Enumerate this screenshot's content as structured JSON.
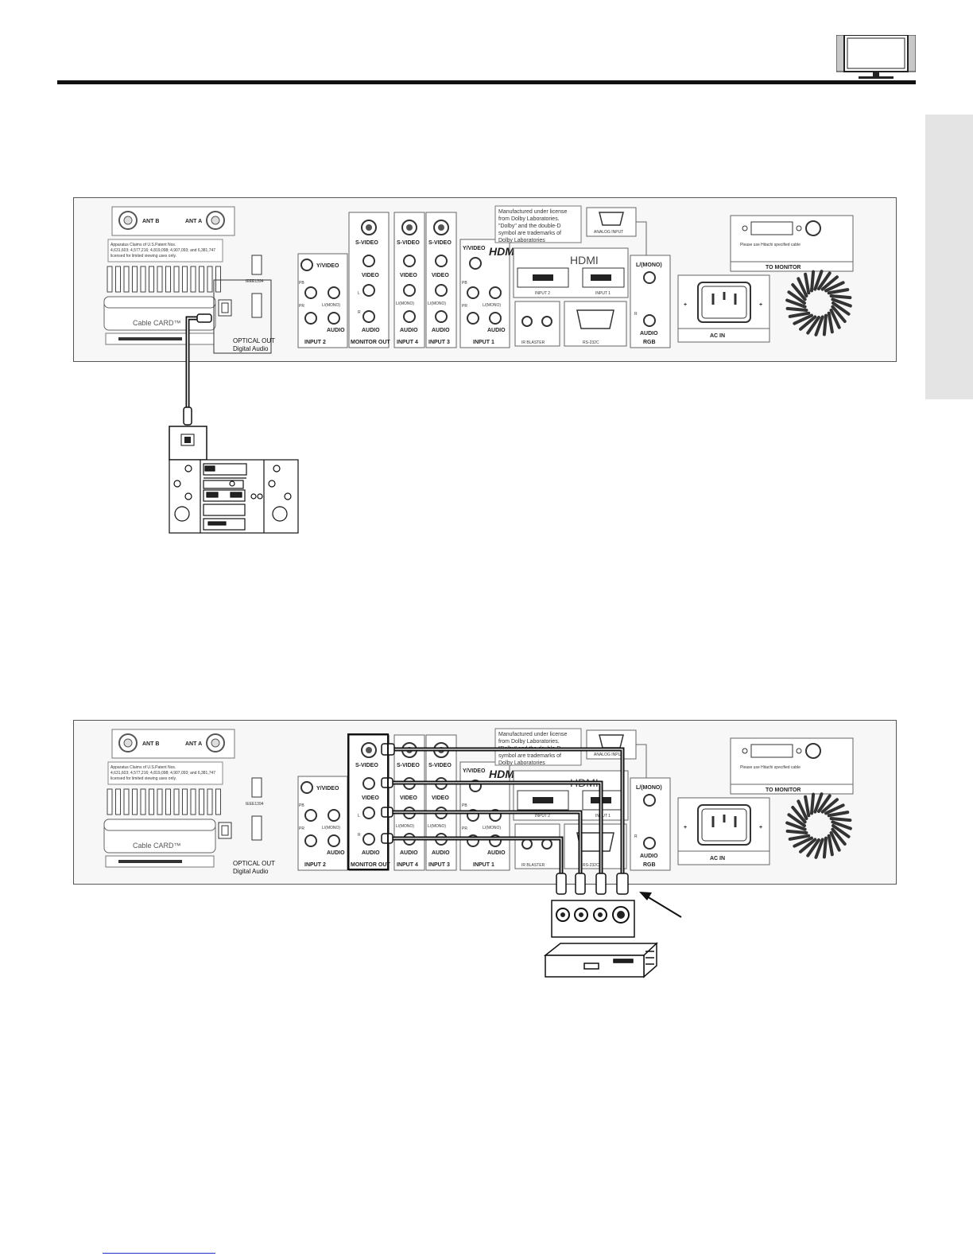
{
  "panel": {
    "ant_b": "ANT B",
    "ant_a": "ANT A",
    "patent_line1": "Apparatus Claims of U.S.Patent Nos.",
    "patent_line2": "4,631,603; 4,577,216; 4,819,098; 4,907,093; and 6,381,747",
    "patent_line3": "licensed for limited viewing uses only.",
    "cable_card": "Cable CARD™",
    "ieee": "IEEE1394",
    "optical_out": "OPTICAL OUT",
    "digital_audio": "Digital Audio",
    "y_video": "Y/VIDEO",
    "pb": "PB",
    "pr": "PR",
    "l_mono": "L/(MONO)",
    "r": "R",
    "l": "L",
    "audio": "AUDIO",
    "s_video": "S-VIDEO",
    "video": "VIDEO",
    "input2": "INPUT 2",
    "monitor_out": "MONITOR OUT",
    "input4": "INPUT 4",
    "input3": "INPUT 3",
    "input1": "INPUT 1",
    "dolby_line1": "Manufactured under license",
    "dolby_line2": "from Dolby Laboratories.",
    "dolby_line3": "\"Dolby\" and the double-D",
    "dolby_line4": "symbol are trademarks of",
    "dolby_line5": "Dolby Laboratories",
    "hdmi_logo": "HDMI",
    "hdmi": "HDMI",
    "hdmi_input2": "INPUT 2",
    "hdmi_input1": "INPUT 1",
    "analog_input": "ANALOG INPUT",
    "ir_blaster": "IR BLASTER",
    "rs232c": "RS-232C",
    "rgb": "RGB",
    "monitor_cable_note": "Please use Hitachi specified cable",
    "to_monitor": "TO MONITOR",
    "ac_in": "AC IN"
  },
  "icons": {
    "tv": "tv-monitor-icon",
    "stereo": "stereo-system-icon",
    "vcr": "vcr-icon",
    "arrow": "pointer-arrow-icon"
  },
  "colors": {
    "rule": "#111111",
    "side_tab": "#e4e4e4",
    "cable": "#111111"
  }
}
